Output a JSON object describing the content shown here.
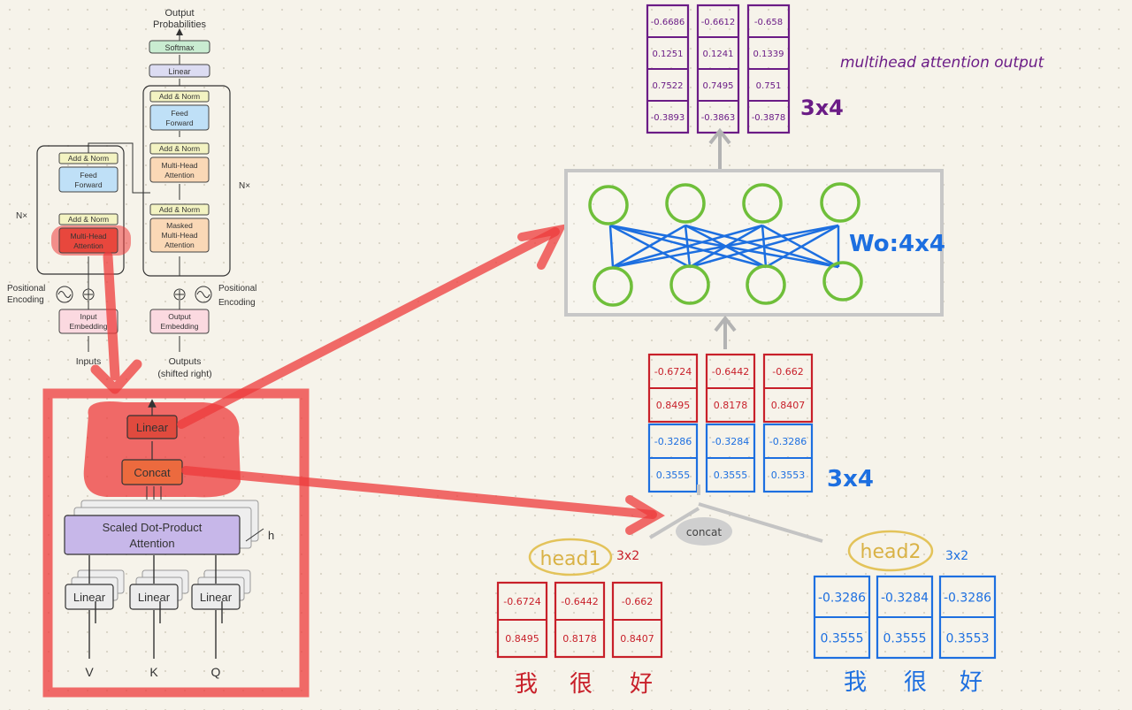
{
  "transformer": {
    "output_probabilities": [
      "Output",
      "Probabilities"
    ],
    "softmax": "Softmax",
    "linear": "Linear",
    "add_norm": "Add & Norm",
    "feed_forward": [
      "Feed",
      "Forward"
    ],
    "multi_head": [
      "Multi-Head",
      "Attention"
    ],
    "masked_multi_head": [
      "Masked",
      "Multi-Head",
      "Attention"
    ],
    "nx": "N×",
    "positional_encoding": [
      "Positional",
      "Encoding"
    ],
    "input_embedding": [
      "Input",
      "Embedding"
    ],
    "output_embedding": [
      "Output",
      "Embedding"
    ],
    "inputs": "Inputs",
    "outputs": [
      "Outputs",
      "(shifted right)"
    ]
  },
  "mha": {
    "linear": "Linear",
    "concat": "Concat",
    "sdpa": [
      "Scaled Dot-Product",
      "Attention"
    ],
    "h": "h",
    "inputs": [
      "V",
      "K",
      "Q"
    ]
  },
  "notes": {
    "output_title": "multihead attention output",
    "output_shape": "3x4",
    "wo": "Wo:4x4",
    "concat_shape": "3x4",
    "concat": "concat",
    "head1": "head1",
    "head2": "head2",
    "head_shape": "3x2"
  },
  "matrices": {
    "output": [
      [
        "-0.6686",
        "0.1251",
        "0.7522",
        "-0.3893"
      ],
      [
        "-0.6612",
        "0.1241",
        "0.7495",
        "-0.3863"
      ],
      [
        "-0.658",
        "0.1339",
        "0.751",
        "-0.3878"
      ]
    ],
    "concat_red": [
      [
        "-0.6724",
        "0.8495"
      ],
      [
        "-0.6442",
        "0.8178"
      ],
      [
        "-0.662",
        "0.8407"
      ]
    ],
    "concat_blue": [
      [
        "-0.3286",
        "0.3555"
      ],
      [
        "-0.3284",
        "0.3555"
      ],
      [
        "-0.3286",
        "0.3553"
      ]
    ],
    "head1": [
      [
        "-0.6724",
        "0.8495"
      ],
      [
        "-0.6442",
        "0.8178"
      ],
      [
        "-0.662",
        "0.8407"
      ]
    ],
    "head2": [
      [
        "-0.3286",
        "0.3555"
      ],
      [
        "-0.3284",
        "0.3555"
      ],
      [
        "-0.3286",
        "0.3553"
      ]
    ]
  },
  "tokens": [
    "我",
    "很",
    "好"
  ],
  "colors": {
    "purple": "#6b1c86",
    "red": "#c8202a",
    "blue": "#1d6fe0",
    "green": "#6fbf3a",
    "highlight": "#ee3b3b",
    "gold": "#e3c35a"
  }
}
